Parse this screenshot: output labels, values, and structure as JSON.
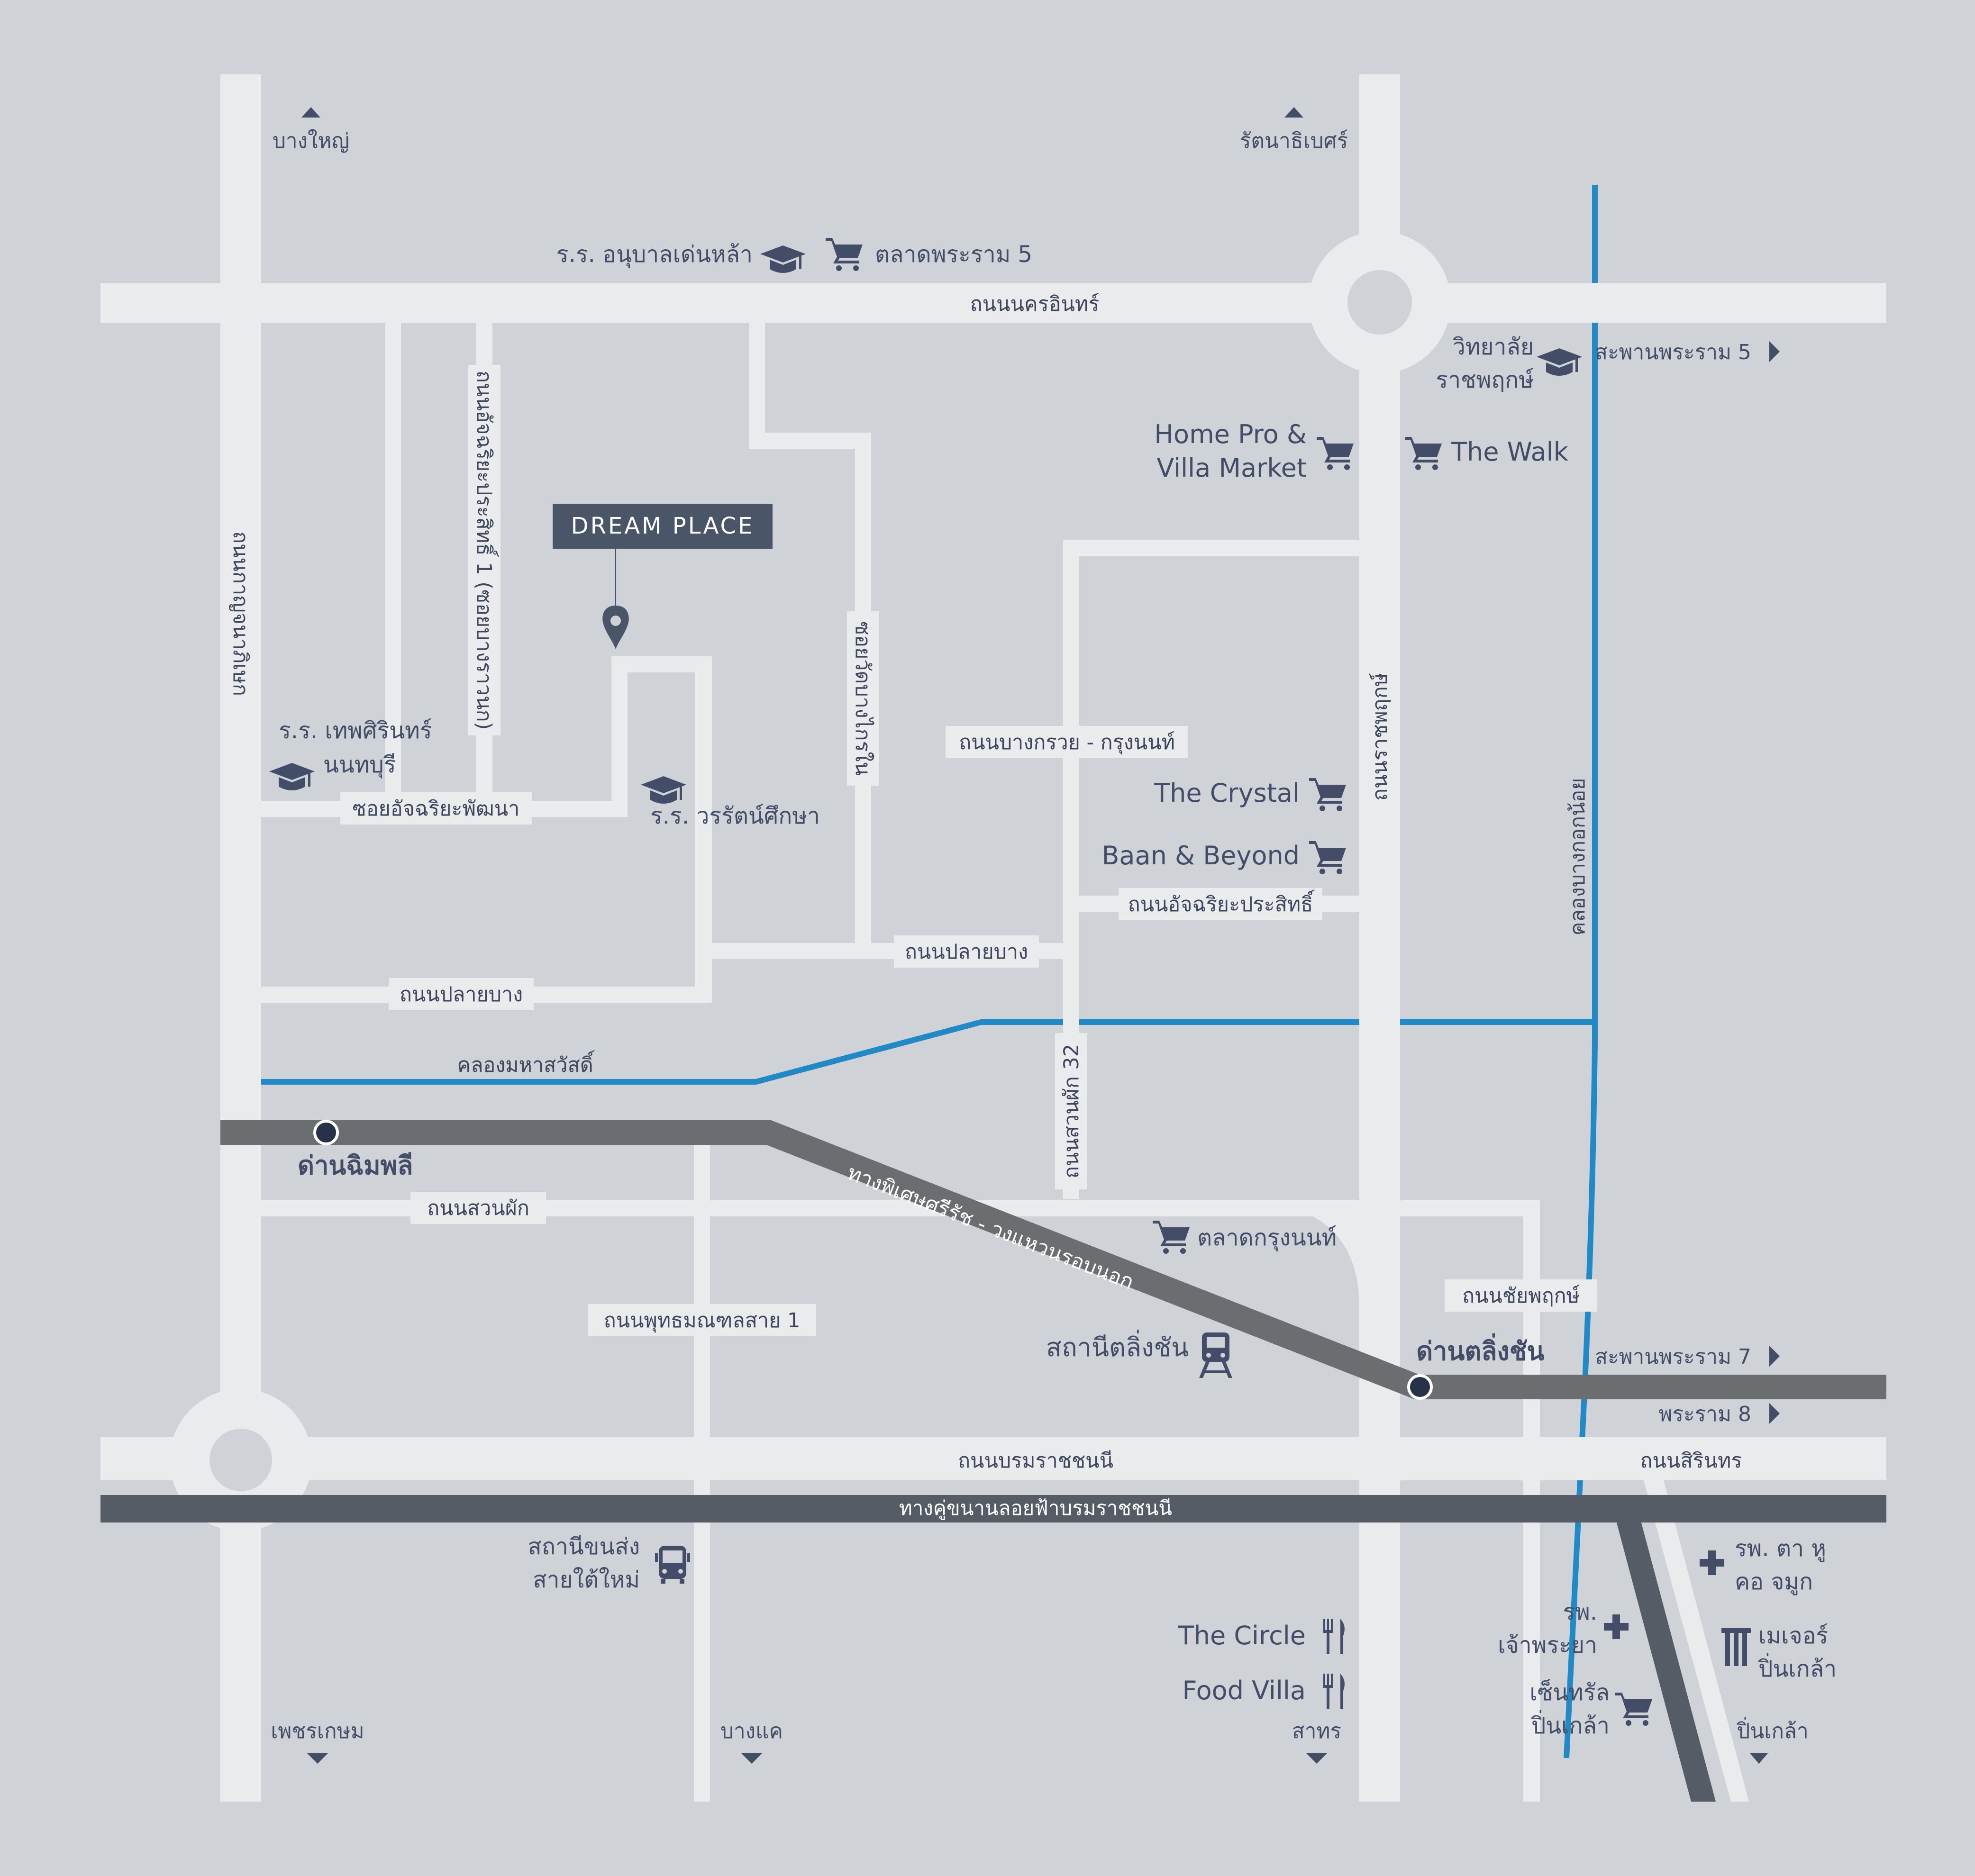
{
  "map": {
    "colors": {
      "background": "#cfd3d7",
      "road": "#e9ebed",
      "expressway": "#6b6e70",
      "elevated": "#555c66",
      "canal": "#2089c6",
      "text": "#434d68",
      "marker": "#4b5568",
      "station_dot": "#27324a"
    },
    "project": {
      "name": "DREAM PLACE"
    },
    "roads": {
      "nakhon_in": "ถนนนครอินทร์",
      "kanchanaphisek": "ถนนกาญจนาภิเษก",
      "atcharia_prasit_1": "ถนนอัจฉริยะประสิทธิ์ 1 (ซอยบางราวนก)",
      "soi_wat_bang_krai_nai": "ซอยวัดบางไกรใน",
      "bang_kruai_krung_non": "ถนนบางกรวย - กรุงนนท์",
      "ratchaphruek": "ถนนราชพฤกษ์",
      "soi_atcharia_phatthana": "ซอยอัจฉริยะพัฒนา",
      "atcharia_prasit": "ถนนอัจฉริยะประสิทธิ์",
      "plai_bang_1": "ถนนปลายบาง",
      "plai_bang_2": "ถนนปลายบาง",
      "suan_phak_32": "ถนนสวนผัก 32",
      "suan_phak": "ถนนสวนผัก",
      "chaiyaphruek": "ถนนชัยพฤกษ์",
      "phutthamonthon_sai_1": "ถนนพุทธมณฑลสาย 1",
      "borommaratchachonnani": "ถนนบรมราชชนนี",
      "sirinthorn": "ถนนสิรินทร",
      "elevated_road": "ทางคู่ขนานลอยฟ้าบรมราชชนนี",
      "expressway": "ทางพิเศษศรีรัช - วงแหวนรอบนอก"
    },
    "canals": {
      "maha_sawat": "คลองมหาสวัสดิ์",
      "bang_kok_noi": "คลองบางกอกน้อย"
    },
    "directions": {
      "bang_yai": "บางใหญ่",
      "rattanathibet": "รัตนาธิเบศร์",
      "rama5_bridge": "สะพานพระราม 5",
      "rama7_bridge": "สะพานพระราม 7",
      "rama8": "พระราม 8",
      "phetkasem": "เพชรเกษม",
      "bang_khae": "บางแค",
      "sathon": "สาทร",
      "pinklao": "ปิ่นเกล้า"
    },
    "places": {
      "anuban_denla": "ร.ร. อนุบาลเด่นหล้า",
      "talat_rama5": "ตลาดพระราม 5",
      "ratchaphruek_college_1": "วิทยาลัย",
      "ratchaphruek_college_2": "ราชพฤกษ์",
      "home_pro_1": "Home Pro &",
      "home_pro_2": "Villa Market",
      "the_walk": "The Walk",
      "thepsirin_1": "ร.ร. เทพศิรินทร์",
      "thepsirin_2": "นนทบุรี",
      "worarat": "ร.ร. วรรัตน์ศึกษา",
      "the_crystal": "The Crystal",
      "baan_beyond": "Baan & Beyond",
      "talat_krung_non": "ตลาดกรุงนนท์",
      "dan_chim_phli": "ด่านฉิมพลี",
      "dan_taling_chan": "ด่านตลิ่งชัน",
      "taling_chan_station": "สถานีตลิ่งชัน",
      "bus_terminal_1": "สถานีขนส่ง",
      "bus_terminal_2": "สายใต้ใหม่",
      "the_circle": "The Circle",
      "food_villa": "Food Villa",
      "chaophraya_hosp_1": "รพ.",
      "chaophraya_hosp_2": "เจ้าพระยา",
      "eent_hosp_1": "รพ. ตา หู",
      "eent_hosp_2": "คอ จมูก",
      "major_1": "เมเจอร์",
      "major_2": "ปิ่นเกล้า",
      "central_1": "เซ็นทรัล",
      "central_2": "ปิ่นเกล้า"
    },
    "icons": {
      "school": "graduation-cap-icon",
      "shop": "shopping-cart-icon",
      "pin": "location-pin-icon",
      "train": "train-icon",
      "bus": "bus-icon",
      "restaurant": "fork-knife-icon",
      "hospital": "hospital-cross-icon",
      "cinema": "cinema-icon",
      "direction": "direction-arrow-icon"
    }
  }
}
